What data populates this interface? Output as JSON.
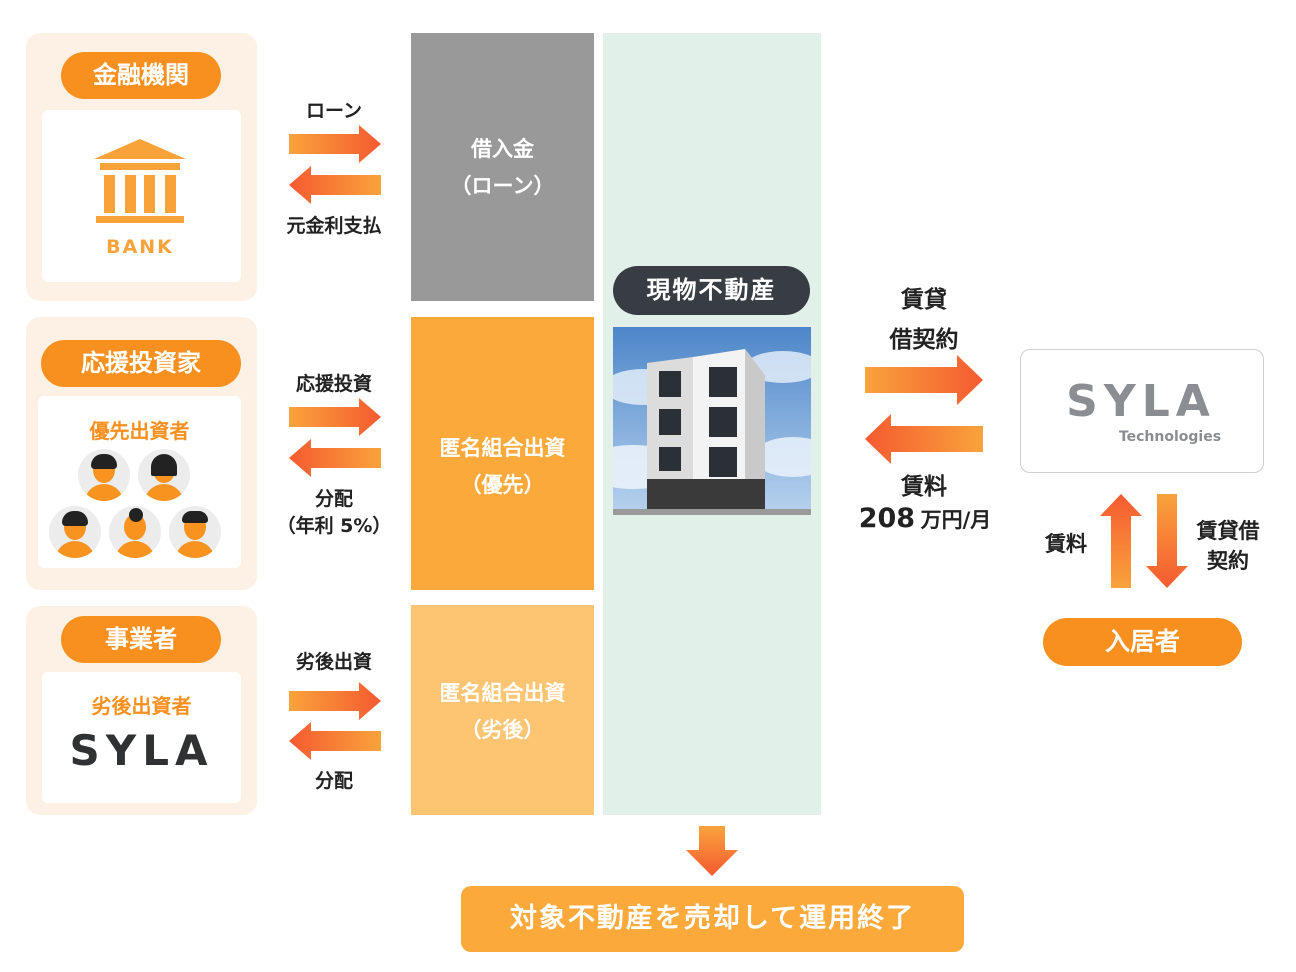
{
  "left": {
    "bank": {
      "title": "金融機関",
      "bank_text": "BANK"
    },
    "investors": {
      "title": "応援投資家",
      "subtitle": "優先出資者"
    },
    "operator": {
      "title": "事業者",
      "subtitle": "劣後出資者",
      "logo": "SYLA"
    }
  },
  "flows": {
    "loan_top": "ローン",
    "loan_bottom": "元金利支払",
    "invest_top": "応援投資",
    "invest_bottom_1": "分配",
    "invest_bottom_2": "（年利 5%）",
    "sub_top": "劣後出資",
    "sub_bottom": "分配"
  },
  "columns": {
    "loan_1": "借入金",
    "loan_2": "（ローン）",
    "priority_1": "匿名組合出資",
    "priority_2": "（優先）",
    "subordinate_1": "匿名組合出資",
    "subordinate_2": "（劣後）"
  },
  "property": {
    "label": "現物不動産"
  },
  "right": {
    "lease_1": "賃貸",
    "lease_2": "借契約",
    "rent_label": "賃料",
    "rent_value": "208",
    "rent_unit": "万円/月",
    "syla_logo": "SYLA",
    "syla_sub": "Technologies",
    "tenant_rent": "賃料",
    "tenant_lease_1": "賃貸借",
    "tenant_lease_2": "契約",
    "tenant": "入居者"
  },
  "bottom": {
    "end_text": "対象不動産を売却して運用終了"
  },
  "colors": {
    "accent_orange": "#f7901e",
    "panel_bg": "#fdf0e4",
    "loan_gray": "#999999",
    "priority_orange": "#fba93a",
    "subordinate_orange": "#fdc571",
    "property_bg": "#e2f0ea"
  }
}
